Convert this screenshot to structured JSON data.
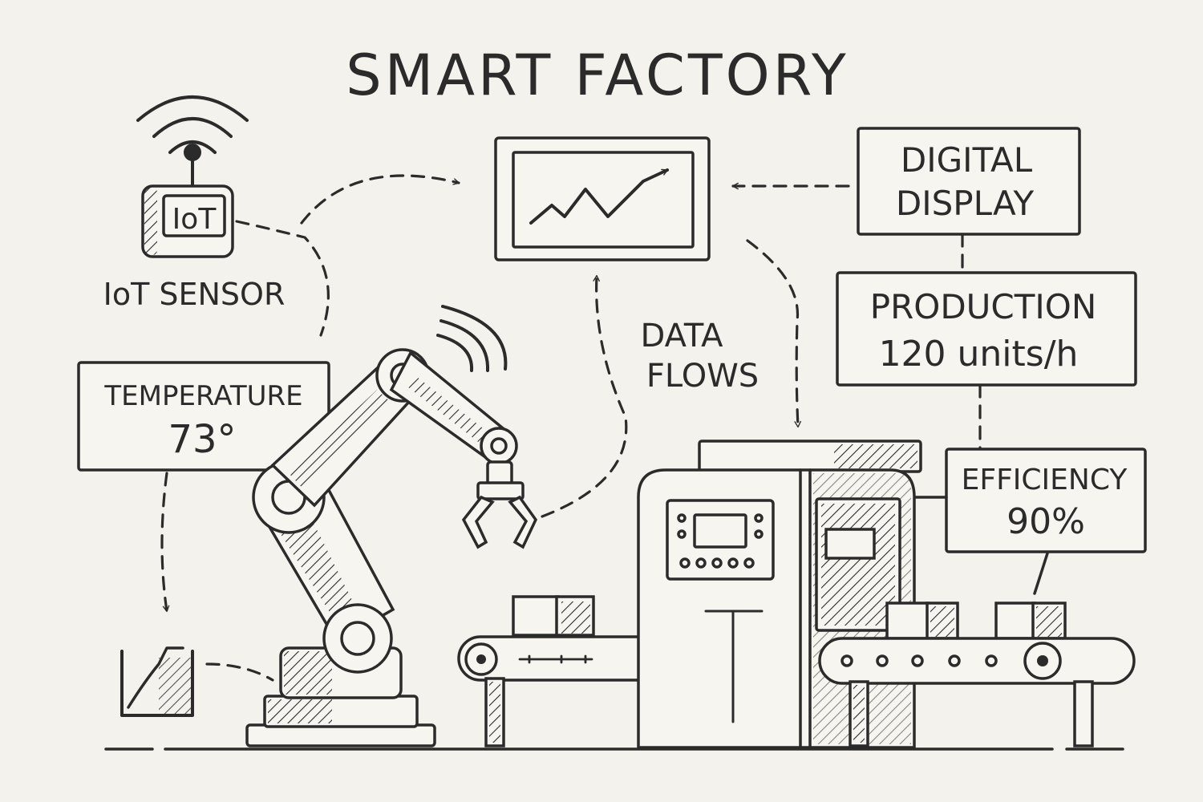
{
  "title": "SMART FACTORY",
  "iot": {
    "device_label": "IoT",
    "caption": "IoT SENSOR"
  },
  "temperature": {
    "label": "TEMPERATURE",
    "value": "73°"
  },
  "data_flows": {
    "line1": "DATA",
    "line2": "FLOWS"
  },
  "digital_display": {
    "line1": "DIGITAL",
    "line2": "DISPLAY"
  },
  "production": {
    "label": "PRODUCTION",
    "value": "120 units/h"
  },
  "efficiency": {
    "label": "EFFICIENCY",
    "value": "90%"
  },
  "colors": {
    "ink": "#2b2b2b",
    "paper": "#f4f2ec"
  }
}
